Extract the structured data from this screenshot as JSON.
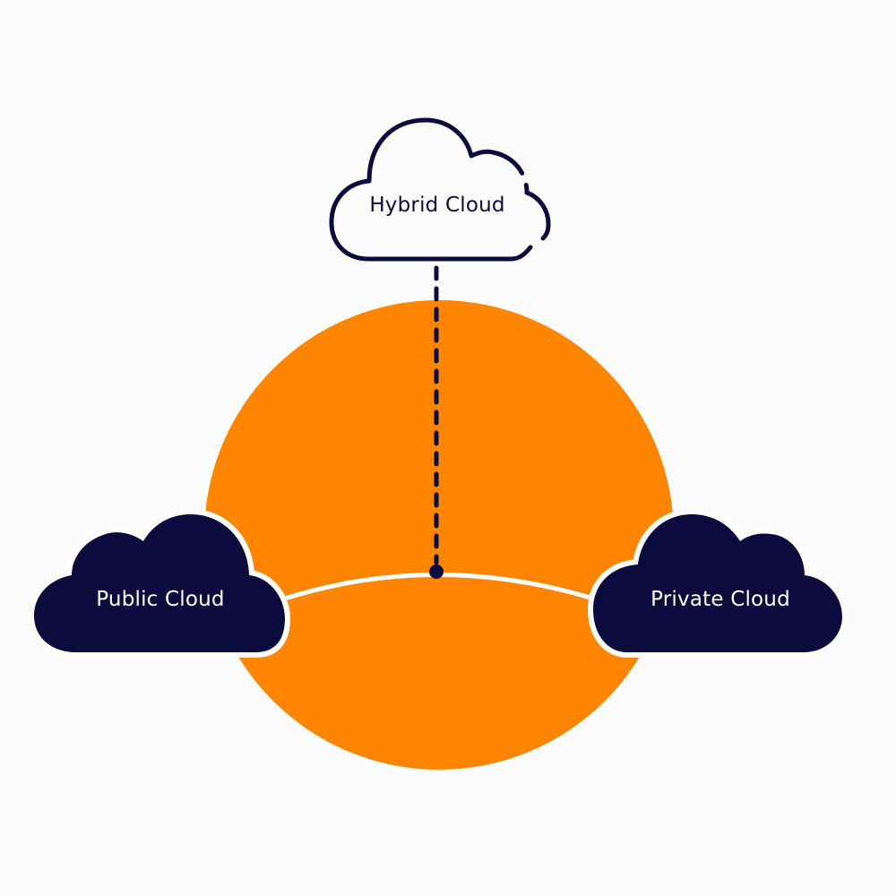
{
  "diagram": {
    "colors": {
      "background": "#fdfcfd",
      "orange": "#fd8502",
      "navy": "#0b0b3e",
      "white": "#ffffff"
    },
    "hybrid_cloud": {
      "label": "Hybrid Cloud",
      "style": "outline"
    },
    "public_cloud": {
      "label": "Public Cloud",
      "style": "filled"
    },
    "private_cloud": {
      "label": "Private Cloud",
      "style": "filled"
    },
    "connector": {
      "style": "dashed",
      "endpoint": "dot"
    }
  }
}
